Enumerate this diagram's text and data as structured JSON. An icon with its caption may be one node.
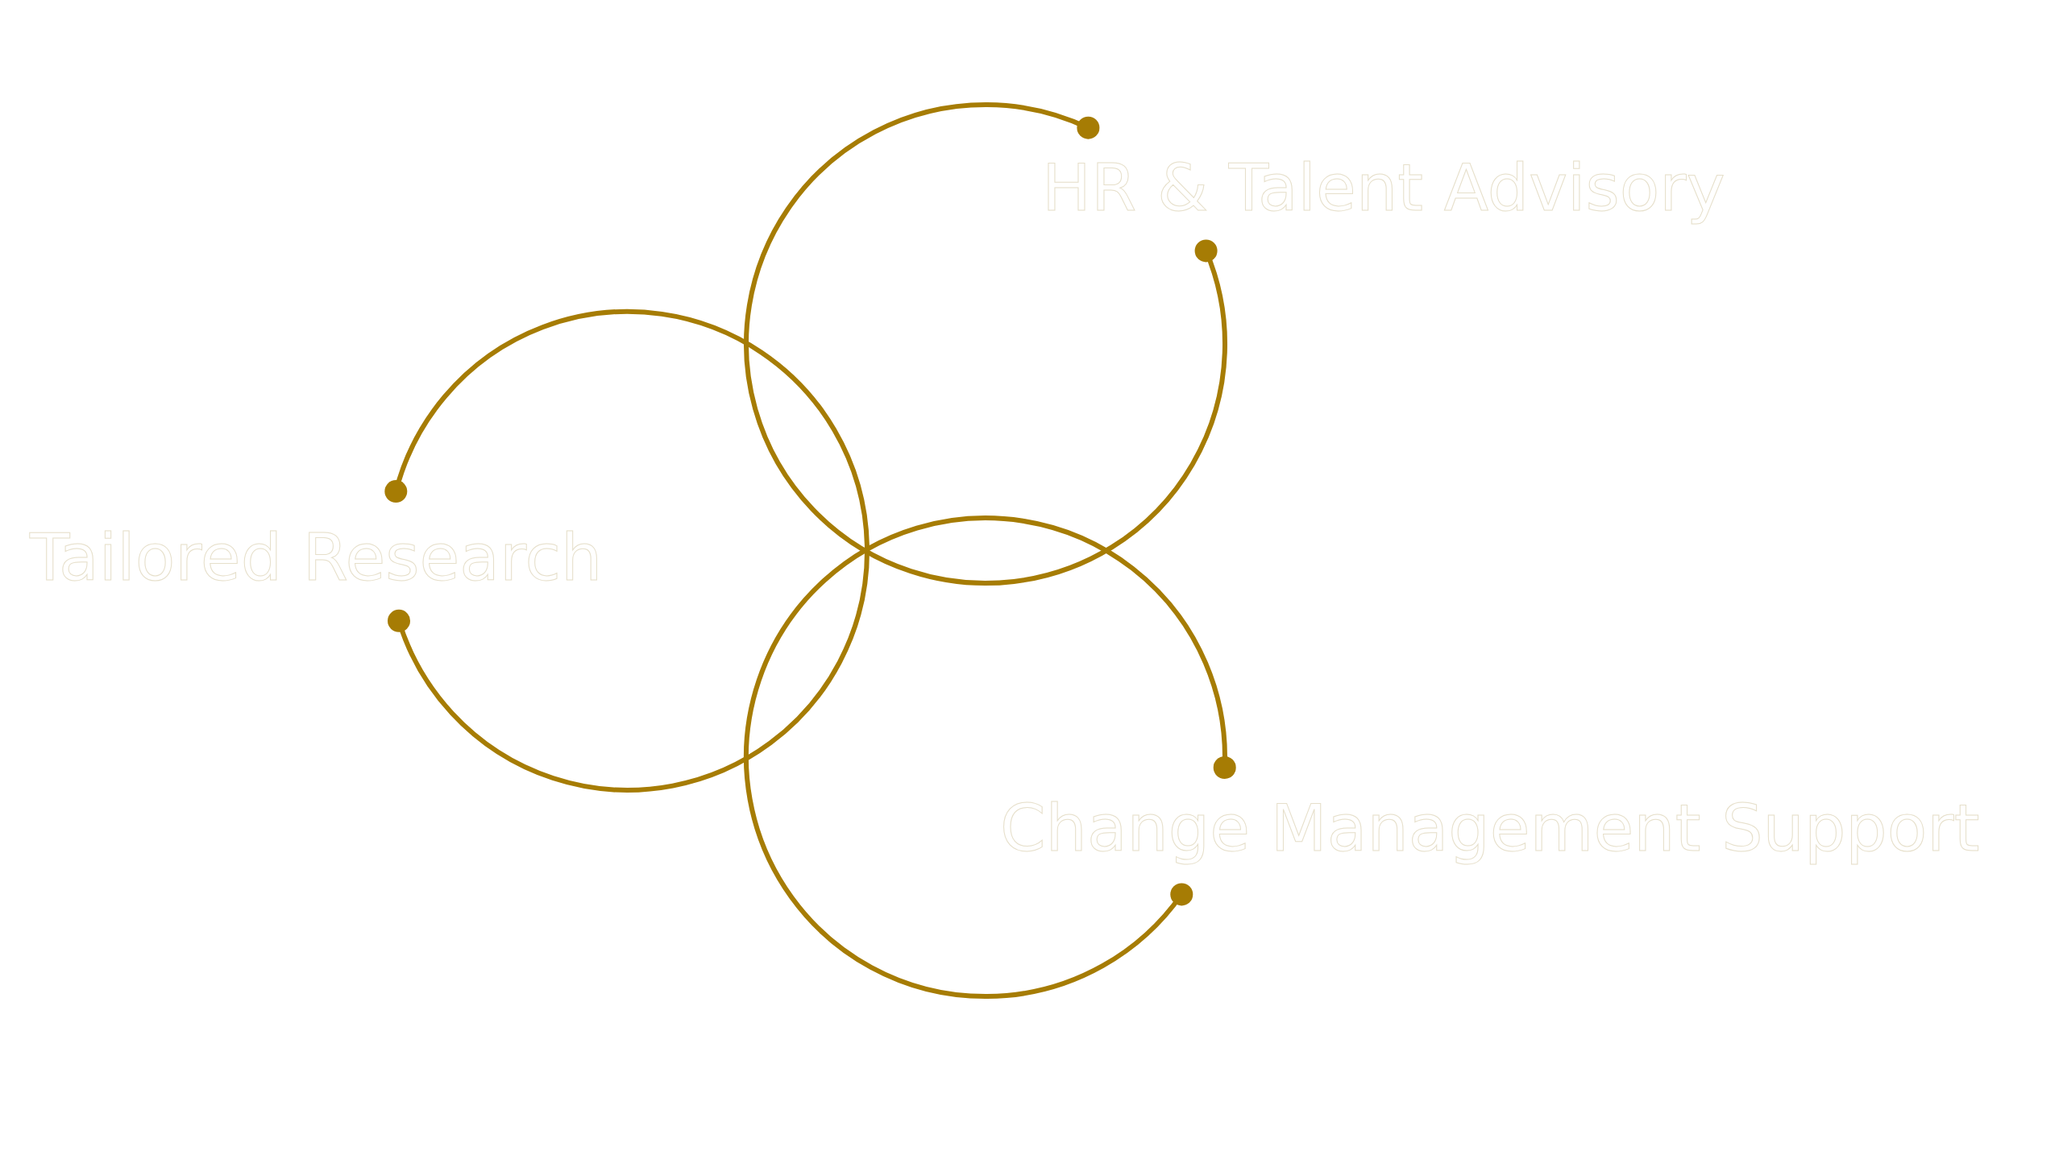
{
  "diagram": {
    "nodes": [
      {
        "text": [
          "HR & Talent Advisory"
        ]
      },
      {
        "text": [
          "Tailored Research"
        ]
      },
      {
        "text": [
          "Change Management Support"
        ]
      }
    ]
  }
}
